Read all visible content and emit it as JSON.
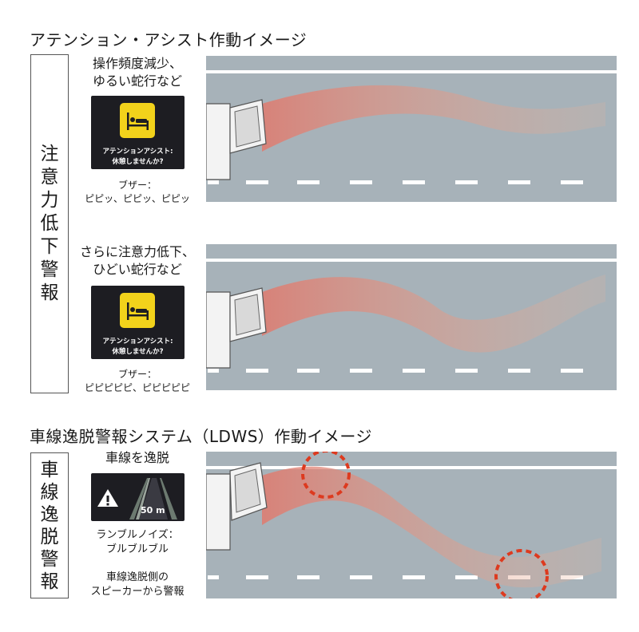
{
  "attention": {
    "title": "アテンション・アシスト作動イメージ",
    "side_label": [
      "注",
      "意",
      "力",
      "低",
      "下",
      "警",
      "報"
    ],
    "stage1": {
      "caption_1": "操作頻度減少、",
      "caption_2": "ゆるい蛇行など",
      "panel_line_1": "アテンションアシスト:",
      "panel_line_2": "休憩しませんか?",
      "buzzer_label": "ブザー：",
      "buzzer_sound": "ピピッ、ピピッ、ピピッ"
    },
    "stage2": {
      "caption_1": "さらに注意力低下、",
      "caption_2": "ひどい蛇行など",
      "panel_line_1": "アテンションアシスト:",
      "panel_line_2": "休憩しませんか?",
      "buzzer_label": "ブザー：",
      "buzzer_sound": "ピピピピピ、ピピピピピ"
    }
  },
  "ldws": {
    "title": "車線逸脱警報システム（LDWS）作動イメージ",
    "side_label": [
      "車",
      "線",
      "逸",
      "脱",
      "警",
      "報"
    ],
    "caption": "車線を逸脱",
    "panel_distance": "50 m",
    "buzzer_1": "ランブルノイズ：",
    "buzzer_2": "ブルブルブル",
    "note_1": "車線逸脱側の",
    "note_2": "スピーカーから警報"
  },
  "icons": {
    "attention": "bed-rest-icon",
    "warning": "warning-triangle-icon",
    "truck": "truck-cab-icon"
  },
  "colors": {
    "road": "#a7b2b9",
    "lane_marking": "#ffffff",
    "trail": "#e07a6e",
    "panel_yellow": "#f2d21b",
    "alert_circle": "#dd3a1f"
  }
}
